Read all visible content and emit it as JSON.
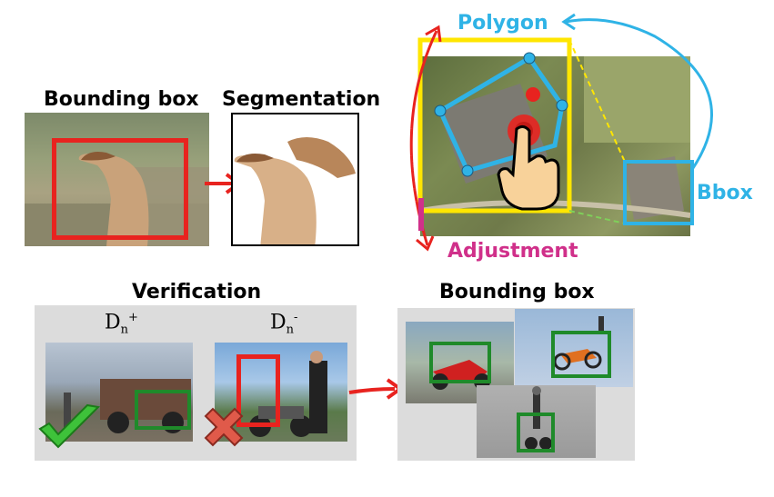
{
  "top_left": {
    "bbox_label": "Bounding box",
    "seg_label": "Segmentation"
  },
  "top_right": {
    "polygon_label": "Polygon",
    "bbox_label": "Bbox",
    "adjust_label": "Adjustment"
  },
  "bottom_left": {
    "title": "Verification",
    "pos_label_base": "D",
    "pos_label_sub": "n",
    "pos_label_sup": "+",
    "neg_label_base": "D",
    "neg_label_sub": "n",
    "neg_label_sup": "-"
  },
  "bottom_right": {
    "title": "Bounding box"
  },
  "colors": {
    "red": "#e8231f",
    "blue": "#2fb3e6",
    "yellow": "#ffe600",
    "green": "#1f8a2a",
    "magenta": "#d0308a"
  },
  "icons": [
    "hand-pointer-icon",
    "check-mark-icon",
    "x-mark-icon"
  ]
}
